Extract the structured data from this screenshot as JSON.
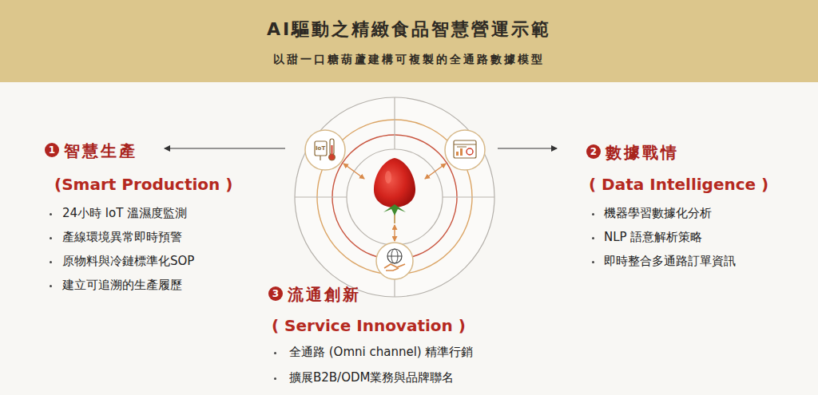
{
  "diagram": {
    "title": "AI驅動之精緻食品智慧營運示範",
    "labels": [
      "以甜一口糖葫蘆建構可複製的全通路數據模型",
      "1",
      "智慧生產",
      "(Smart Production )",
      "24小時 loT 溫濕度監測",
      "產線環境異常即時預警",
      "原物料與冷鏈標準化SOP",
      "建立可追溯的生產履歷",
      "2",
      "數據戰情",
      "( Data Intelligence )",
      "機器學習數據化分析",
      "NLP 語意解析策略",
      "即時整合多通路訂單資訊",
      "3",
      "流通創新",
      "( Service Innovation )",
      "全通路 (Omni channel) 精準行銷",
      "擴展B2B/ODM業務與品牌聯名",
      "IoT"
    ]
  }
}
